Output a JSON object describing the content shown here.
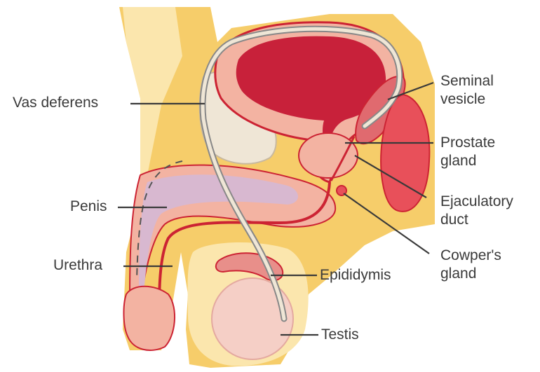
{
  "diagram": {
    "labels": {
      "vas_deferens": "Vas deferens",
      "penis": "Penis",
      "urethra": "Urethra",
      "seminal_vesicle": [
        "Seminal",
        "vesicle"
      ],
      "prostate_gland": [
        "Prostate",
        "gland"
      ],
      "ejaculatory_duct": [
        "Ejaculatory",
        "duct"
      ],
      "cowpers_gland": [
        "Cowper's",
        "gland"
      ],
      "epididymis": "Epididymis",
      "testis": "Testis"
    },
    "colors": {
      "skin_yellow": "#f6cd6a",
      "skin_pale": "#fbe6ad",
      "bladder_red": "#c8213a",
      "tissue_pink": "#f3b3a2",
      "erectile_lavender": "#d8b8d0",
      "outline_red": "#cc2333",
      "testis_pink": "#f5cfc6",
      "bone_cream": "#efe6d6",
      "label_text": "#3a3a3a"
    }
  }
}
